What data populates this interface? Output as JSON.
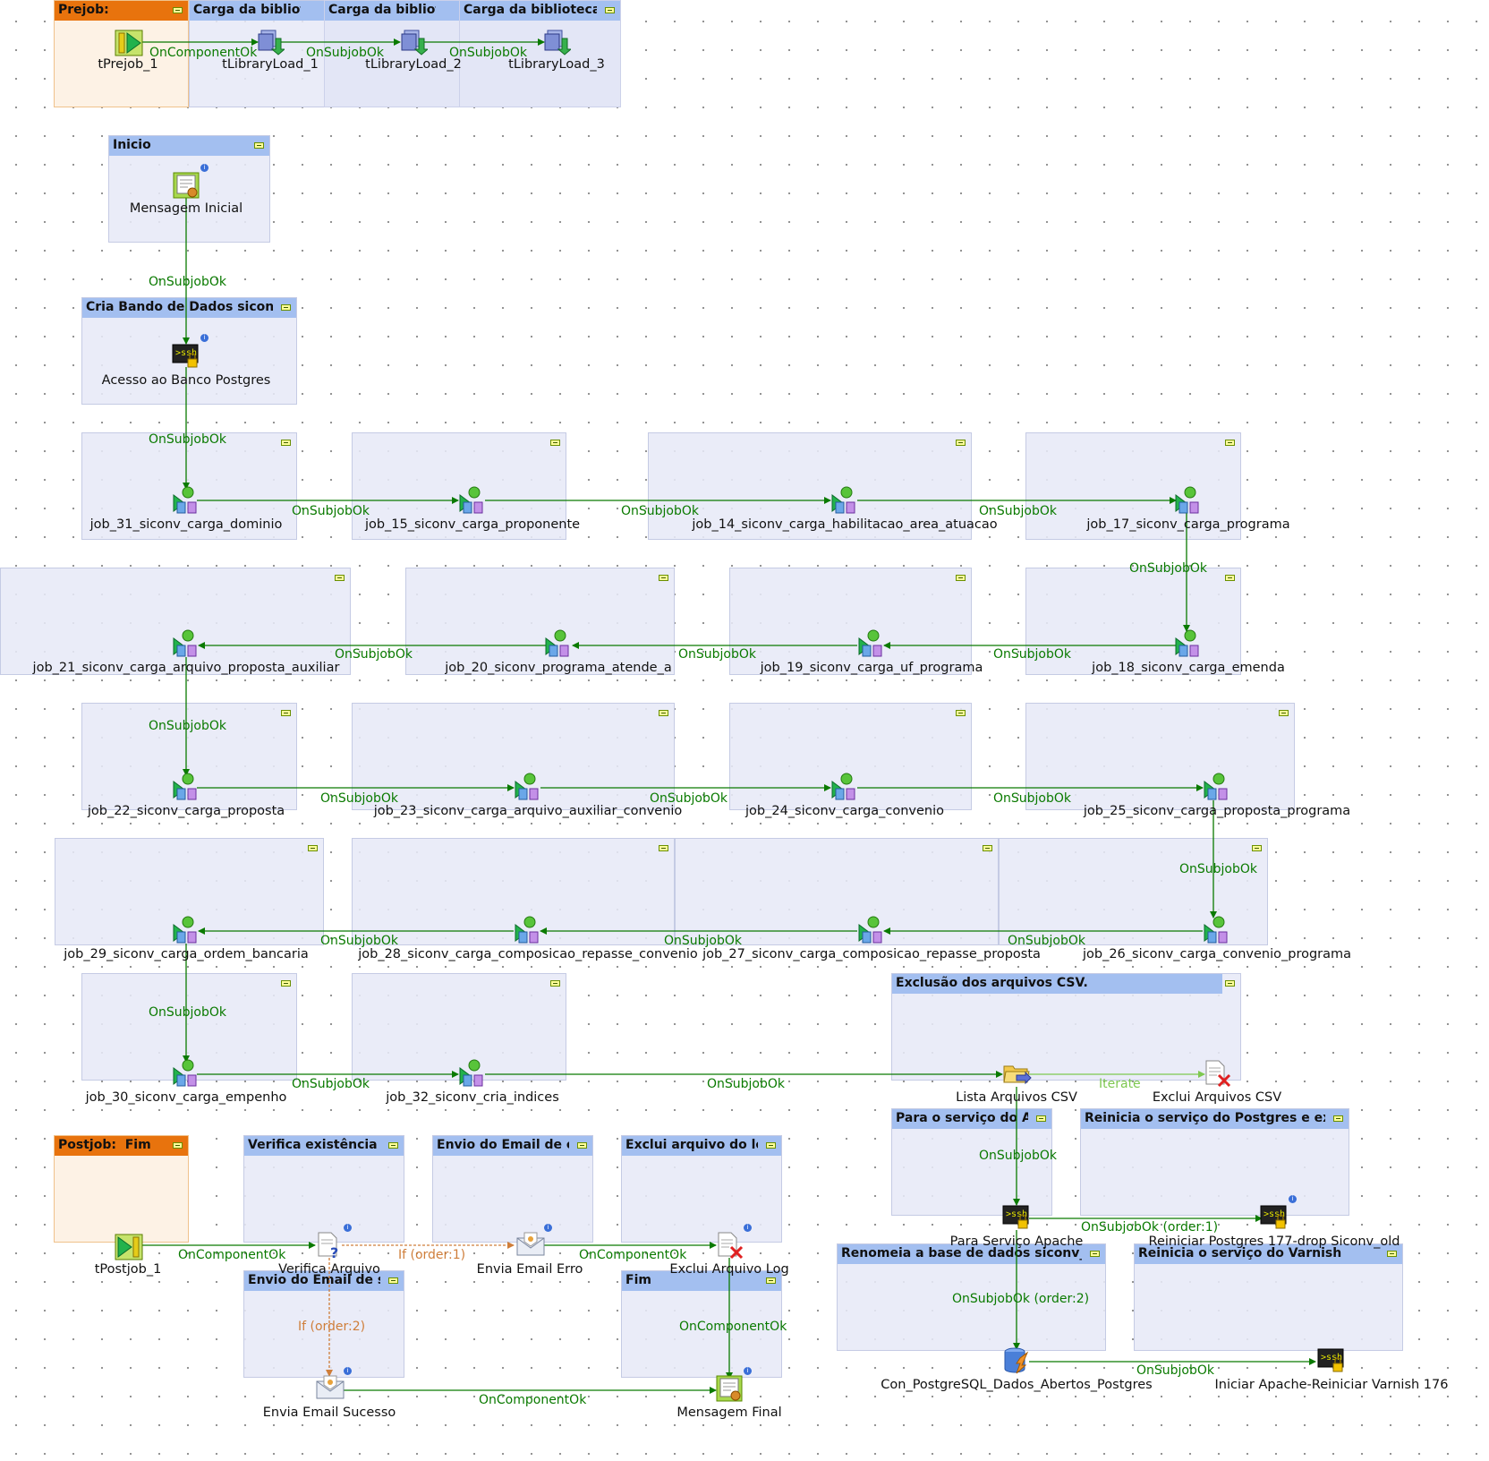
{
  "subjobs": [
    {
      "id": "prejob",
      "title": "Prejob:",
      "title2": ""
    },
    {
      "id": "lib1",
      "title": "Carga da biblioteca m..."
    },
    {
      "id": "lib2",
      "title": "Carga da biblioteca m..."
    },
    {
      "id": "lib3",
      "title": "Carga da biblioteca ja..."
    },
    {
      "id": "inicio",
      "title": "Inicio"
    },
    {
      "id": "cria",
      "title": "Cria Bando de Dados siconv_etl..."
    },
    {
      "id": "excl",
      "title": "Exclusão dos arquivos CSV."
    },
    {
      "id": "apache",
      "title": "Para o serviço do Apa..."
    },
    {
      "id": "reinpg",
      "title": "Reinicia o serviço do Postgres e exclui a ..."
    },
    {
      "id": "renomeia",
      "title": "Renomeia a base de dados siconv_produ..."
    },
    {
      "id": "varnish",
      "title": "Reinicia o serviço do Varnish"
    },
    {
      "id": "postjob",
      "title": "Postjob:",
      "title2": "Fim"
    },
    {
      "id": "verifica",
      "title": "Verifica existência do ..."
    },
    {
      "id": "enverro",
      "title": "Envio do Email de erro."
    },
    {
      "id": "exclog",
      "title": "Exclui arquivo do log ..."
    },
    {
      "id": "envsuc",
      "title": "Envio do Email de suc..."
    },
    {
      "id": "fim",
      "title": "Fim"
    }
  ],
  "components": {
    "tPrejob_1": "tPrejob_1",
    "tLibraryLoad_1": "tLibraryLoad_1",
    "tLibraryLoad_2": "tLibraryLoad_2",
    "tLibraryLoad_3": "tLibraryLoad_3",
    "mensagem_inicial": "Mensagem Inicial",
    "acesso_banco": "Acesso ao Banco Postgres",
    "job31": "job_31_siconv_carga_dominio",
    "job15": "job_15_siconv_carga_proponente",
    "job14": "job_14_siconv_carga_habilitacao_area_atuacao",
    "job17": "job_17_siconv_carga_programa",
    "job21": "job_21_siconv_carga_arquivo_proposta_auxiliar",
    "job20": "job_20_siconv_programa_atende_a",
    "job19": "job_19_siconv_carga_uf_programa",
    "job18": "job_18_siconv_carga_emenda",
    "job22": "job_22_siconv_carga_proposta",
    "job23": "job_23_siconv_carga_arquivo_auxiliar_convenio",
    "job24": "job_24_siconv_carga_convenio",
    "job25": "job_25_siconv_carga_proposta_programa",
    "job29": "job_29_siconv_carga_ordem_bancaria",
    "job28": "job_28_siconv_carga_composicao_repasse_convenio",
    "job27": "job_27_siconv_carga_composicao_repasse_proposta",
    "job26": "job_26_siconv_carga_convenio_programa",
    "job30": "job_30_siconv_carga_empenho",
    "job32": "job_32_siconv_cria_indices",
    "lista_csv": "Lista Arquivos CSV",
    "exclui_csv": "Exclui Arquivos CSV",
    "para_apache": "Para Serviço Apache",
    "reiniciar_pg": "Reiniciar Postgres 177-drop Siconv_old",
    "con_pg": "Con_PostgreSQL_Dados_Abertos_Postgres",
    "iniciar_apache": "Iniciar Apache-Reiniciar Varnish 176",
    "tPostjob_1": "tPostjob_1",
    "verifica_arquivo": "Verifica Arquivo",
    "envia_erro": "Envia Email Erro",
    "exclui_log": "Exclui Arquivo Log",
    "envia_sucesso": "Envia Email Sucesso",
    "mensagem_final": "Mensagem Final"
  },
  "link_labels": {
    "oncomponentok": "OnComponentOk",
    "onsubjobok": "OnSubjobOk",
    "iterate": "Iterate",
    "onsubjobok_order1": "OnSubjobOk (order:1)",
    "onsubjobok_order2": "OnSubjobOk (order:2)",
    "if_order1": "If (order:1)",
    "if_order2": "If (order:2)"
  },
  "colors": {
    "onsubjobok": "#0a7a00",
    "if_link": "#cf7e3a",
    "iterate": "#7ec850",
    "subjob_header": "#a3bff0",
    "prejob_header": "#e8730d"
  },
  "icons": {
    "start": "start-icon",
    "library": "library-load-icon",
    "message": "message-icon",
    "ssh": "ssh-icon",
    "runjob": "run-job-icon",
    "filelist": "file-list-icon",
    "filedelete": "file-delete-icon",
    "fileexist": "file-exist-icon",
    "mail": "mail-icon",
    "database": "database-icon"
  }
}
